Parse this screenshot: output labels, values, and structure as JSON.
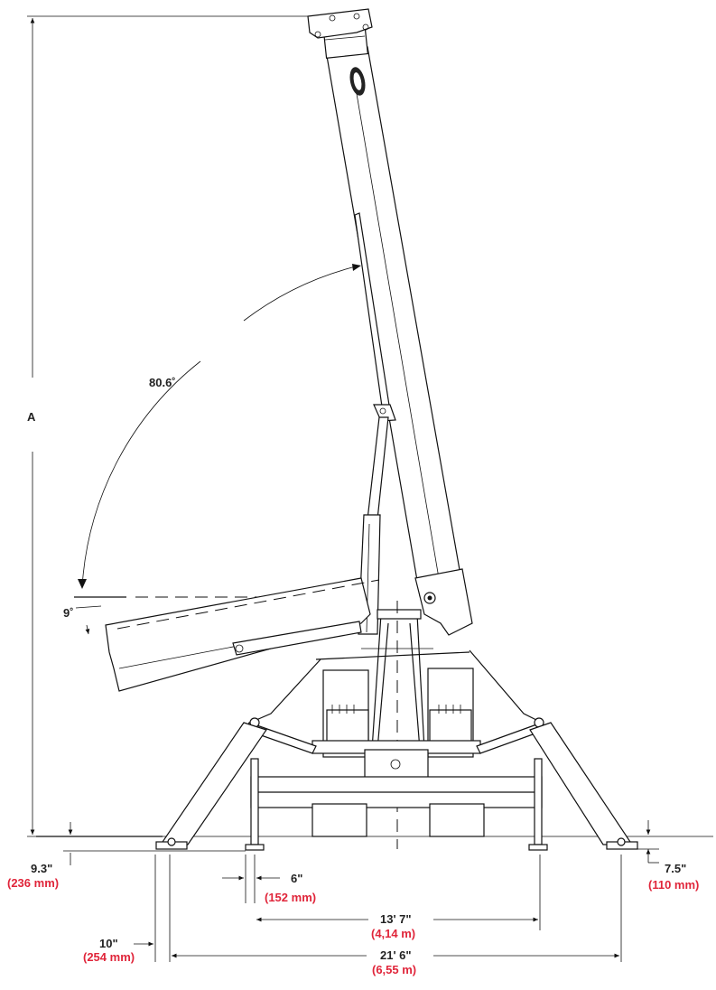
{
  "colors": {
    "line": "#111111",
    "metric": "#e0253a",
    "imperial": "#222222"
  },
  "dimensions": {
    "height_label": "A",
    "boom_angle": "80.6˚",
    "boom_down_angle": "9˚",
    "left_ground_clearance": {
      "imperial": "9.3\"",
      "metric": "(236 mm)"
    },
    "right_ground_clearance": {
      "imperial": "7.5\"",
      "metric": "(110 mm)"
    },
    "pad_offset": {
      "imperial": "6\"",
      "metric": "(152 mm)"
    },
    "inner_span": {
      "imperial": "13' 7\"",
      "metric": "(4,14 m)"
    },
    "outer_offset": {
      "imperial": "10\"",
      "metric": "(254 mm)"
    },
    "outer_span": {
      "imperial": "21' 6\"",
      "metric": "(6,55 m)"
    }
  }
}
